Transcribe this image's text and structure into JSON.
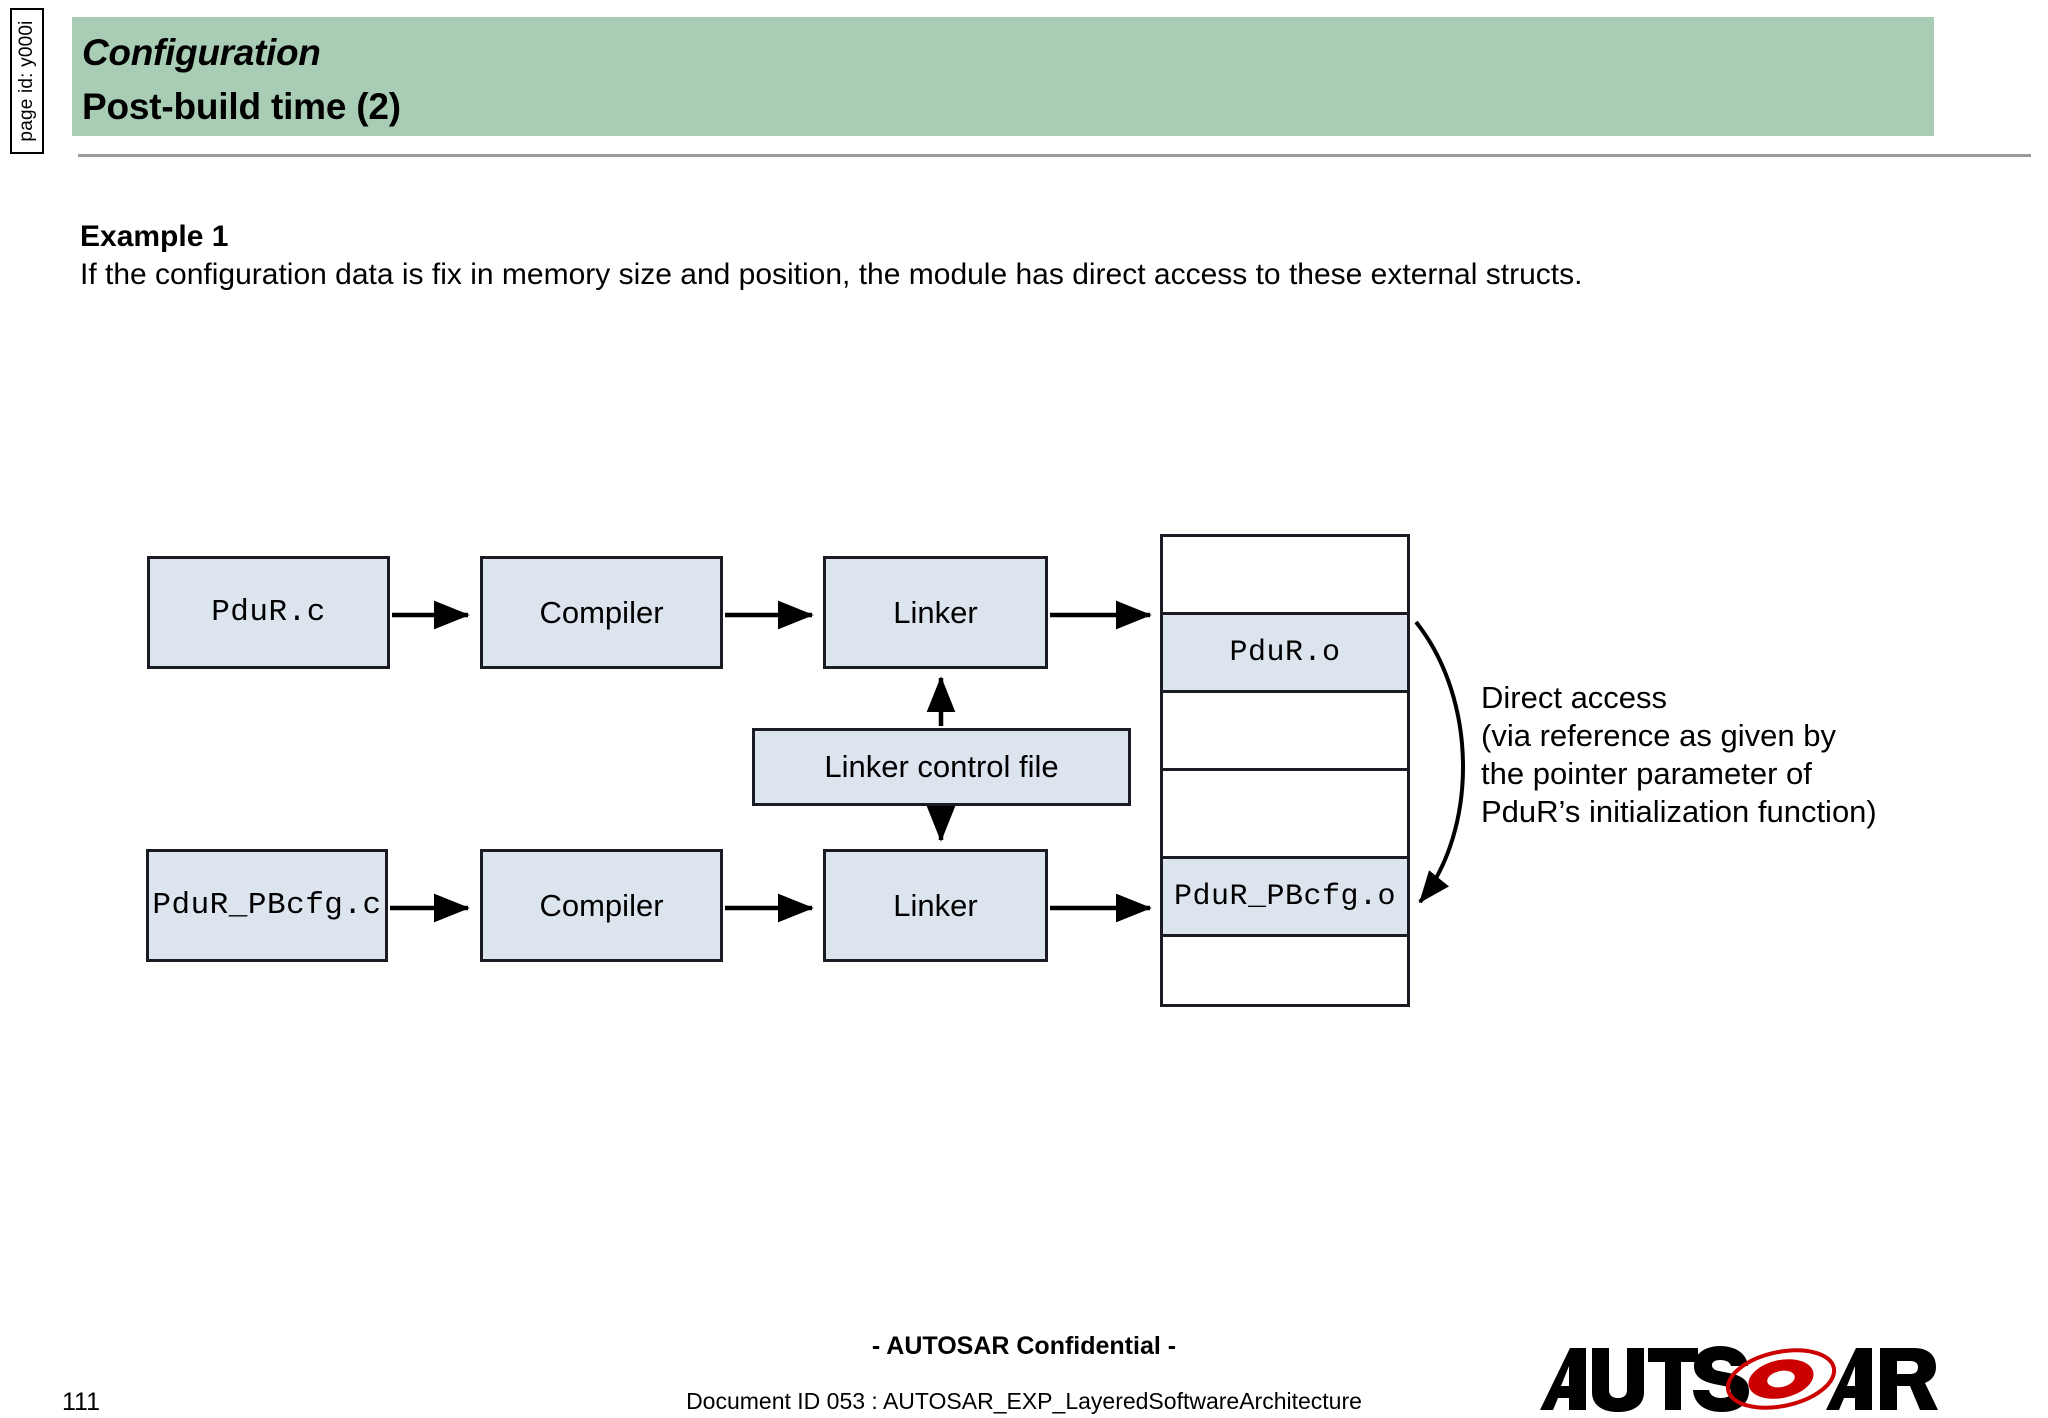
{
  "page_id_tab": {
    "label": "page id: y000i"
  },
  "header": {
    "title_line1": "Configuration",
    "title_line2": "Post-build time (2)",
    "band_color": "#a8cdb4",
    "rule_color": "#9a9a9a"
  },
  "intro": {
    "heading": "Example 1",
    "body": "If the configuration data is fix in memory size and position, the module has direct access to these external structs."
  },
  "diagram": {
    "node_fill": "#dce4ee",
    "node_border": "#1b1b24",
    "nodes": [
      {
        "id": "pdur-c",
        "label": "PduR.c",
        "font": "mono"
      },
      {
        "id": "compiler-top",
        "label": "Compiler",
        "font": "sans"
      },
      {
        "id": "linker-top",
        "label": "Linker",
        "font": "sans"
      },
      {
        "id": "linker-control",
        "label": "Linker control file",
        "font": "sans"
      },
      {
        "id": "pdur-pbcfg-c",
        "label": "PduR_PBcfg.c",
        "font": "mono"
      },
      {
        "id": "compiler-bottom",
        "label": "Compiler",
        "font": "sans"
      },
      {
        "id": "linker-bottom",
        "label": "Linker",
        "font": "sans"
      }
    ],
    "memory_segments": [
      {
        "label": "",
        "filled": false
      },
      {
        "label": "PduR.o",
        "filled": true
      },
      {
        "label": "",
        "filled": false
      },
      {
        "label": "",
        "filled": false
      },
      {
        "label": "PduR_PBcfg.o",
        "filled": true
      },
      {
        "label": "",
        "filled": false
      }
    ],
    "annotation": {
      "line1": "Direct access",
      "line2": "(via reference as given by",
      "line3": "the pointer parameter of",
      "line4": "PduR’s initialization function)"
    }
  },
  "footer": {
    "confidential": "- AUTOSAR Confidential -",
    "document_id": "Document ID 053 : AUTOSAR_EXP_LayeredSoftwareArchitecture",
    "page_number": "111",
    "logo_text": "AUTOSAR",
    "logo_accent_color": "#cc0000"
  }
}
